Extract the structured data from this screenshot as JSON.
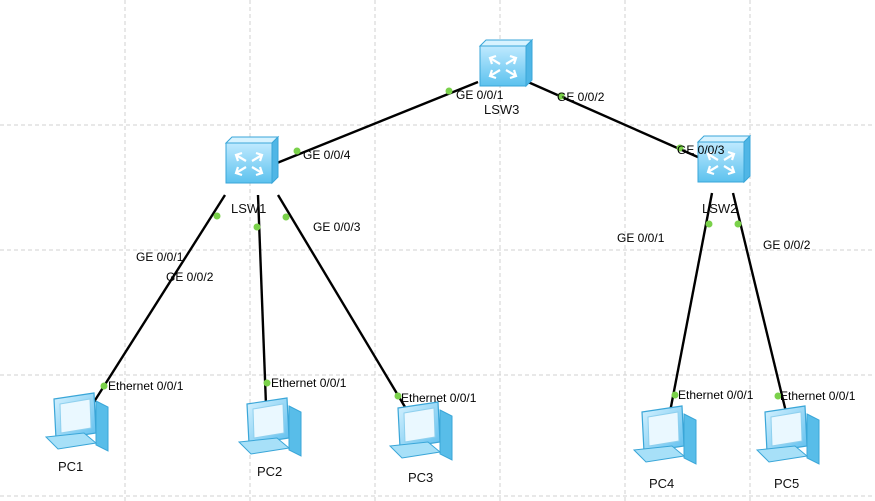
{
  "colors": {
    "background": "#ffffff",
    "grid": "#d0d0d0",
    "link": "#000000",
    "port_dot": "#7ad14a",
    "device_body": "#7fd3f5",
    "device_dark": "#39a9dc"
  },
  "devices": {
    "lsw3": {
      "label": "LSW3",
      "icon": "switch-icon"
    },
    "lsw1": {
      "label": "LSW1",
      "icon": "switch-icon"
    },
    "lsw2": {
      "label": "LSW2",
      "icon": "switch-icon"
    },
    "pc1": {
      "label": "PC1",
      "icon": "pc-icon"
    },
    "pc2": {
      "label": "PC2",
      "icon": "pc-icon"
    },
    "pc3": {
      "label": "PC3",
      "icon": "pc-icon"
    },
    "pc4": {
      "label": "PC4",
      "icon": "pc-icon"
    },
    "pc5": {
      "label": "PC5",
      "icon": "pc-icon"
    }
  },
  "links": [
    {
      "a": "lsw3",
      "b": "lsw1",
      "port_a": "GE 0/0/1",
      "port_b": "GE 0/0/4"
    },
    {
      "a": "lsw3",
      "b": "lsw2",
      "port_a": "GE 0/0/2",
      "port_b": "GE 0/0/3"
    },
    {
      "a": "lsw1",
      "b": "pc1",
      "port_a": "GE 0/0/1",
      "port_b": "Ethernet 0/0/1"
    },
    {
      "a": "lsw1",
      "b": "pc2",
      "port_a": "GE 0/0/2",
      "port_b": "Ethernet 0/0/1"
    },
    {
      "a": "lsw1",
      "b": "pc3",
      "port_a": "GE 0/0/3",
      "port_b": "Ethernet 0/0/1"
    },
    {
      "a": "lsw2",
      "b": "pc4",
      "port_a": "GE 0/0/1",
      "port_b": "Ethernet 0/0/1"
    },
    {
      "a": "lsw2",
      "b": "pc5",
      "port_a": "GE 0/0/2",
      "port_b": "Ethernet 0/0/1"
    }
  ]
}
